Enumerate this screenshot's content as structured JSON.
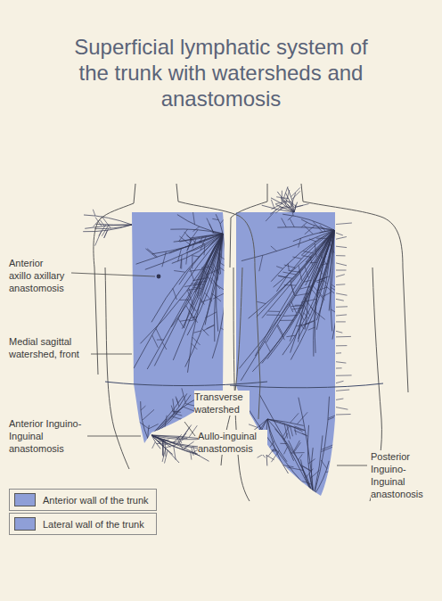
{
  "diagram": {
    "title": "Superficial lymphatic system of the trunk with watersheds and anastomosis",
    "labels": [
      "Anterior axillo axillary anastomosis",
      "Medial sagittal watershed, front",
      "Transverse watershed",
      "Aullo-inguinal anastomosis",
      "Anterior Inguino-Inguinal anastomosis",
      "Posterior Inguino-Inguinal anastonosis"
    ],
    "legend": [
      {
        "text": "Anterior wall of the trunk",
        "color": "#8f9fd7"
      },
      {
        "text": "Lateral wall of the trunk",
        "color": "#8f9fd7"
      }
    ]
  }
}
